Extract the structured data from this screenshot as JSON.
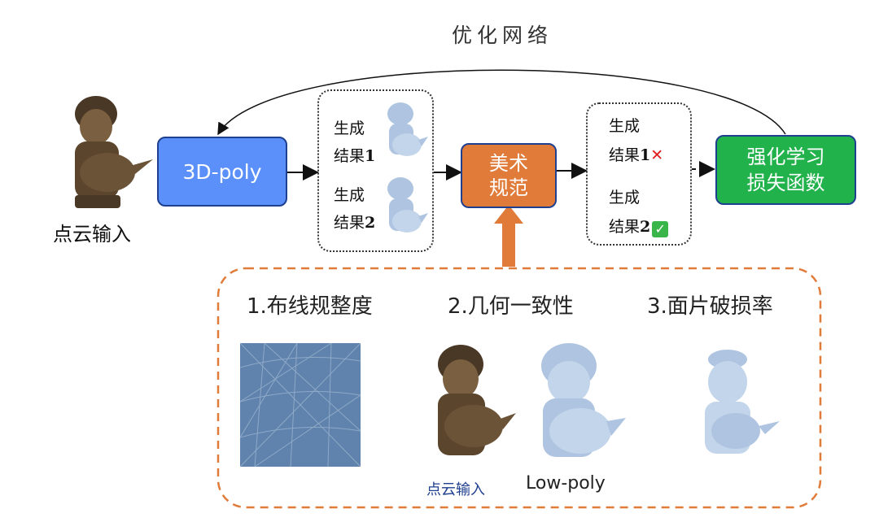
{
  "title": "优化网络",
  "input_label": "点云输入",
  "model_box": {
    "label": "3D-poly",
    "color": "#5b8ff9"
  },
  "results_group": {
    "items": [
      {
        "line1": "生成",
        "line2": "结果",
        "num": "1"
      },
      {
        "line1": "生成",
        "line2": "结果",
        "num": "2"
      }
    ]
  },
  "art_box": {
    "line1": "美术",
    "line2": "规范",
    "color": "#e07b39"
  },
  "judged_group": {
    "items": [
      {
        "line1": "生成",
        "line2": "结果",
        "num": "1",
        "mark": "✕",
        "mark_color": "#e02020"
      },
      {
        "line1": "生成",
        "line2": "结果",
        "num": "2",
        "mark": "✓",
        "mark_color": "#3ab54a"
      }
    ]
  },
  "loss_box": {
    "line1": "强化学习",
    "line2": "损失函数",
    "color": "#22b24c"
  },
  "criteria": [
    {
      "label": "1.布线规整度"
    },
    {
      "label": "2.几何一致性"
    },
    {
      "label": "3.面片破损率"
    }
  ],
  "sub_labels": {
    "pointcloud": "点云输入",
    "lowpoly": "Low-poly"
  },
  "colors": {
    "accent_orange": "#e07b39",
    "mesh_blue": "#aec4e0",
    "pointcloud_brown": "#6b5338"
  }
}
